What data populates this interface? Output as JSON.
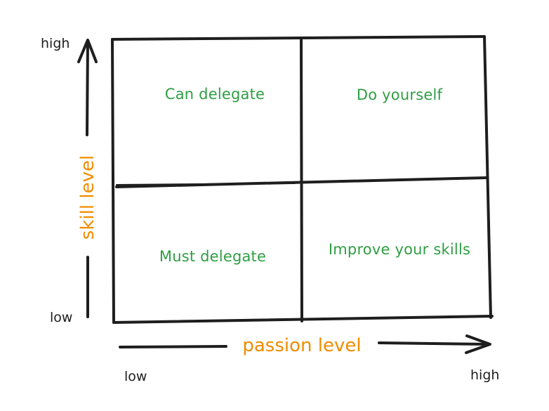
{
  "colors": {
    "ink": "#1e1e1e",
    "quadrant_text": "#2f9e44",
    "axis_title": "#f08c00",
    "background": "#ffffff"
  },
  "quadrants": {
    "top_left": "Can delegate",
    "top_right": "Do yourself",
    "bottom_left": "Must delegate",
    "bottom_right": "Improve your skills"
  },
  "y_axis": {
    "title": "skill level",
    "high_label": "high",
    "low_label": "low",
    "arrow_icon": "arrow-up-icon"
  },
  "x_axis": {
    "title": "passion level",
    "low_label": "low",
    "high_label": "high",
    "arrow_icon": "arrow-right-icon"
  }
}
